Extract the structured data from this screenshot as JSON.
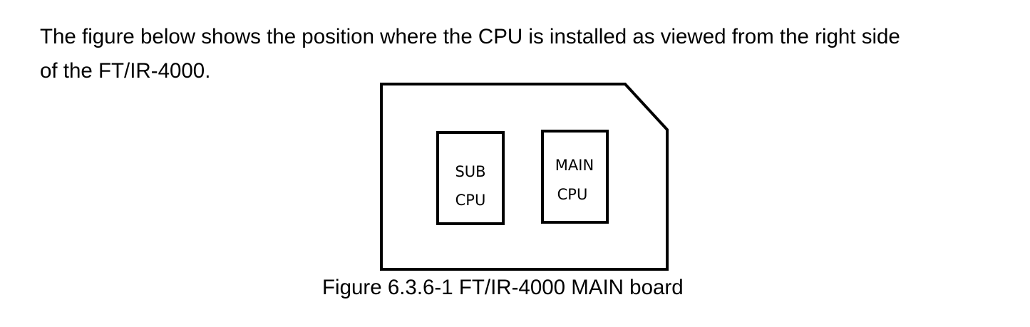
{
  "paragraph": {
    "line1": "The figure below shows the position where the CPU is installed as viewed from the right side",
    "line2": "of the FT/IR-4000."
  },
  "figure": {
    "board_label": "MAIN board",
    "components": [
      {
        "name": "sub-cpu",
        "label_line1": "SUB",
        "label_line2": "CPU"
      },
      {
        "name": "main-cpu",
        "label_line1": "MAIN",
        "label_line2": "CPU"
      }
    ],
    "caption": "Figure 6.3.6-1 FT/IR-4000 MAIN board"
  }
}
